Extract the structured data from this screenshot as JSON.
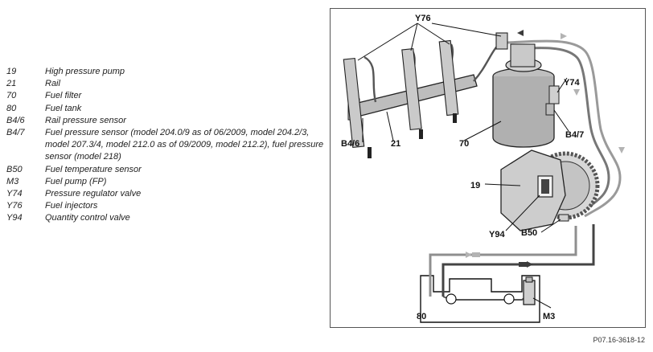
{
  "legend": [
    {
      "code": "19",
      "desc": "High pressure pump"
    },
    {
      "code": "21",
      "desc": "Rail"
    },
    {
      "code": "70",
      "desc": "Fuel filter"
    },
    {
      "code": "80",
      "desc": "Fuel tank"
    },
    {
      "code": "B4/6",
      "desc": "Rail pressure sensor"
    },
    {
      "code": "B4/7",
      "desc": "Fuel pressure sensor (model 204.0/9 as of 06/2009, model 204.2/3, model 207.3/4, model 212.0 as of 09/2009, model 212.2), fuel pressure sensor (model 218)"
    },
    {
      "code": "B50",
      "desc": "Fuel temperature sensor"
    },
    {
      "code": "M3",
      "desc": "Fuel pump (FP)"
    },
    {
      "code": "Y74",
      "desc": "Pressure regulator valve"
    },
    {
      "code": "Y76",
      "desc": "Fuel injectors"
    },
    {
      "code": "Y94",
      "desc": "Quantity control valve"
    }
  ],
  "callouts": {
    "y76": "Y76",
    "y74": "Y74",
    "b46": "B4/6",
    "n21": "21",
    "n70": "70",
    "b47": "B4/7",
    "n19": "19",
    "y94": "Y94",
    "b50": "B50",
    "n80": "80",
    "m3": "M3"
  },
  "figure_code": "P07.16-3618-12",
  "colors": {
    "line": "#111111",
    "pipe": "#8f8f8f",
    "pipe_dark": "#555555",
    "return_arrow": "#b3b3b3",
    "feed_arrow": "#3b3b3b"
  }
}
